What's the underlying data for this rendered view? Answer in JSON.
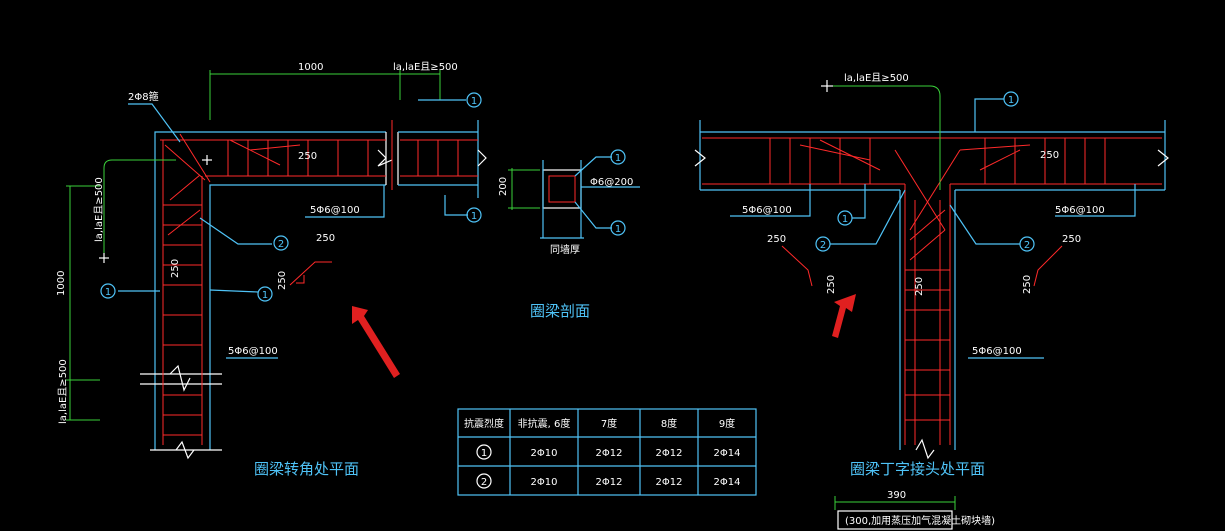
{
  "corner_plan": {
    "title": "圈梁转角处平面",
    "dim_top": "1000",
    "anchor_top": "la,laE且≥500",
    "anchor_left_upper": "la,laE且≥500",
    "anchor_left_lower": "la,laE且≥500",
    "dim_left": "1000",
    "bar_label": "2Φ8箍",
    "dim_250_a": "250",
    "dim_250_b": "250",
    "dim_250_c": "250",
    "dim_250_d": "250",
    "stirrup_top": "5Φ6@100",
    "stirrup_side": "5Φ6@100",
    "callouts": [
      "1",
      "1",
      "1",
      "2",
      "1"
    ]
  },
  "section": {
    "title": "圈梁剖面",
    "height": "200",
    "width_label": "同墙厚",
    "stirrup": "Φ6@200",
    "callouts": [
      "1",
      "1"
    ]
  },
  "tee_plan": {
    "title": "圈梁丁字接头处平面",
    "anchor_top": "la,laE且≥500",
    "dim_250_a": "250",
    "dim_250_b": "250",
    "dim_250_c": "250",
    "dim_250_d": "250",
    "dim_250_e": "250",
    "dim_250_f": "250",
    "stirrup_left": "5Φ6@100",
    "stirrup_right": "5Φ6@100",
    "stirrup_bottom": "5Φ6@100",
    "callouts": [
      "1",
      "1",
      "2",
      "2"
    ],
    "dim_390": "390",
    "note": "(300,加用蒸压加气混凝土砌块墙)"
  },
  "table": {
    "headers": [
      "抗震烈度",
      "非抗震, 6度",
      "7度",
      "8度",
      "9度"
    ],
    "rows": [
      {
        "id": "1",
        "values": [
          "2Φ10",
          "2Φ12",
          "2Φ12",
          "2Φ14"
        ]
      },
      {
        "id": "2",
        "values": [
          "2Φ10",
          "2Φ12",
          "2Φ12",
          "2Φ14"
        ]
      }
    ]
  },
  "colors": {
    "background": "#000000",
    "outline": "#4fc3f7",
    "rebar": "#ff2a2a",
    "dimension": "#3ad13a",
    "arrow": "#e02020"
  }
}
